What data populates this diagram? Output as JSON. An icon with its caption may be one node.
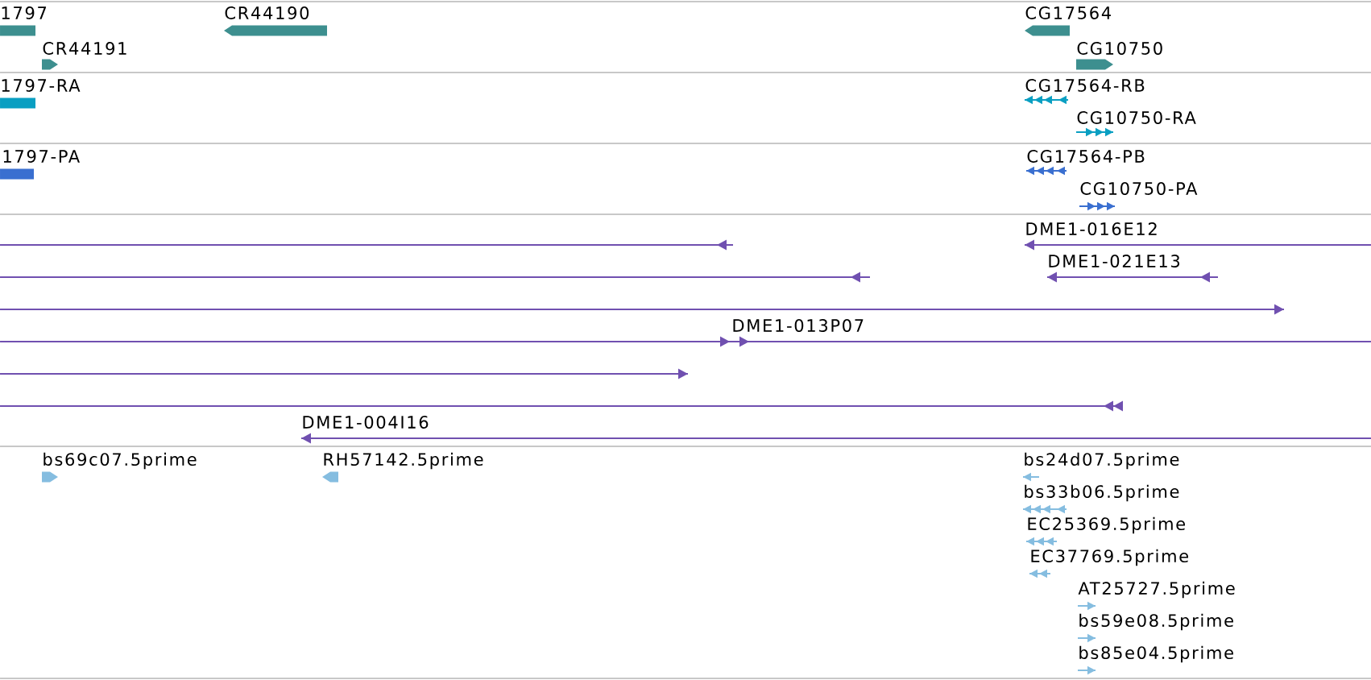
{
  "diagram": {
    "labels": [
      "1797",
      "CR44190",
      "CG17564",
      "CR44191",
      "CG10750",
      "1797-RA",
      "CG17564-RB",
      "CG10750-RA",
      "1797-PA",
      "CG17564-PB",
      "CG10750-PA",
      "DME1-016E12",
      "DME1-021E13",
      "DME1-013P07",
      "DME1-004I16",
      "bs69c07.5prime",
      "RH57142.5prime",
      "bs24d07.5prime",
      "bs33b06.5prime",
      "EC25369.5prime",
      "EC37769.5prime",
      "AT25727.5prime",
      "bs59e08.5prime",
      "bs85e04.5prime"
    ]
  }
}
